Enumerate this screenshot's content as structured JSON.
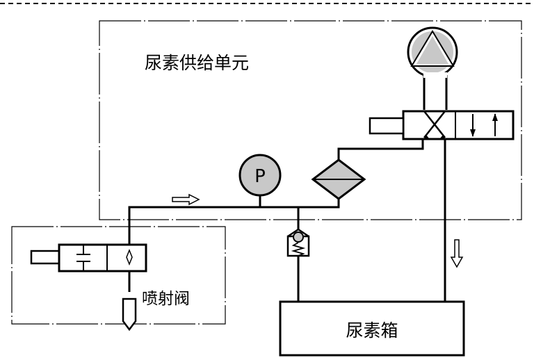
{
  "labels": {
    "supply_unit": "尿素供给单元",
    "injector": "喷射阀",
    "tank": "尿素箱",
    "pressure_gauge": "P"
  },
  "colors": {
    "line": "#000000",
    "component_fill": "#c8c8c8",
    "background": "#ffffff"
  },
  "icons": {
    "pump": "pump-icon",
    "pressure_gauge": "pressure-gauge-icon",
    "filter": "filter-icon",
    "check_valve": "check-valve-icon",
    "reversing_valve": "reversing-valve-icon",
    "injector_valve": "injector-valve-icon",
    "flow_arrow": "flow-arrow-icon"
  }
}
